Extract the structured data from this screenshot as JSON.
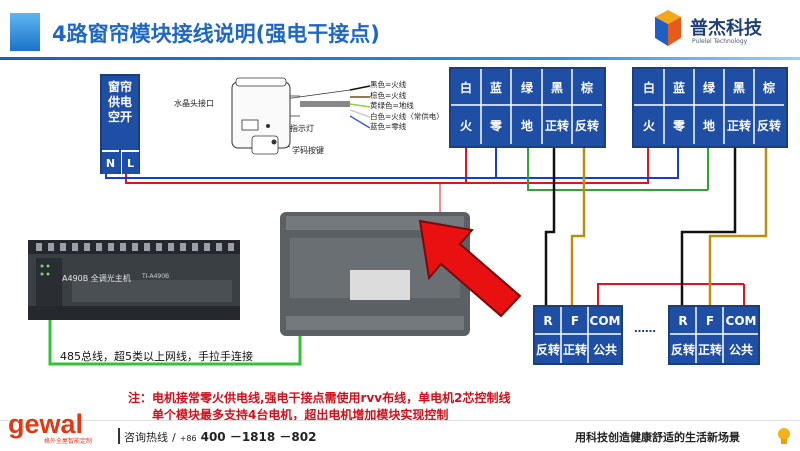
{
  "header": {
    "title": "4路窗帘模块接线说明(强电干接点)",
    "brand_name": "普杰科技",
    "brand_en": "Pulelel Technology"
  },
  "switch": {
    "label_lines": [
      "窗帘",
      "供电",
      "空开"
    ],
    "terminals": [
      "N",
      "L"
    ]
  },
  "module_callouts": {
    "crystal_port": "水晶头接口",
    "indicator": "指示灯",
    "learn_button": "学码按键",
    "wires": [
      "黑色=火线",
      "棕色=火线",
      "黄绿色=地线",
      "白色=火线（常供电）",
      "蓝色=零线"
    ]
  },
  "power_terminals": [
    {
      "top": [
        "白",
        "蓝",
        "绿",
        "黑",
        "棕"
      ],
      "bottom": [
        "火",
        "零",
        "地",
        "正转",
        "反转"
      ]
    },
    {
      "top": [
        "白",
        "蓝",
        "绿",
        "黑",
        "棕"
      ],
      "bottom": [
        "火",
        "零",
        "地",
        "正转",
        "反转"
      ]
    }
  ],
  "motor_terminals": [
    {
      "top": [
        "R",
        "F",
        "COM"
      ],
      "bottom": [
        "反转",
        "正转",
        "公共"
      ]
    },
    {
      "top": [
        "R",
        "F",
        "COM"
      ],
      "bottom": [
        "反转",
        "正转",
        "公共"
      ]
    }
  ],
  "ellipsis": "……",
  "host": {
    "model_label": "A490B 全调光主机",
    "model_label_2": "TI-A490B"
  },
  "bus_note": "485总线，超5类以上网线，手拉手连接",
  "notes": [
    "注：电机接常零火供电线,强电干接点需使用rvv布线，单电机2芯控制线",
    "单个模块最多支持4台电机，超出电机增加模块实现控制"
  ],
  "footer": {
    "logo": "gewal",
    "logo_sub": "格外全屋智能定制",
    "hotline_label": "咨询热线",
    "hotline_prefix": "+86",
    "hotline_number": "400 －1818 －802",
    "slogan": "用科技创造健康舒适的生活新场景"
  },
  "colors": {
    "title": "#1f67c4",
    "terminal_fill": "#1f4ea5",
    "wire_red": "#e0141e",
    "wire_blue": "#1a3ad0",
    "wire_green": "#2fa52f",
    "wire_black": "#111111",
    "wire_brown": "#b8900e",
    "arrow": "#e81010"
  }
}
